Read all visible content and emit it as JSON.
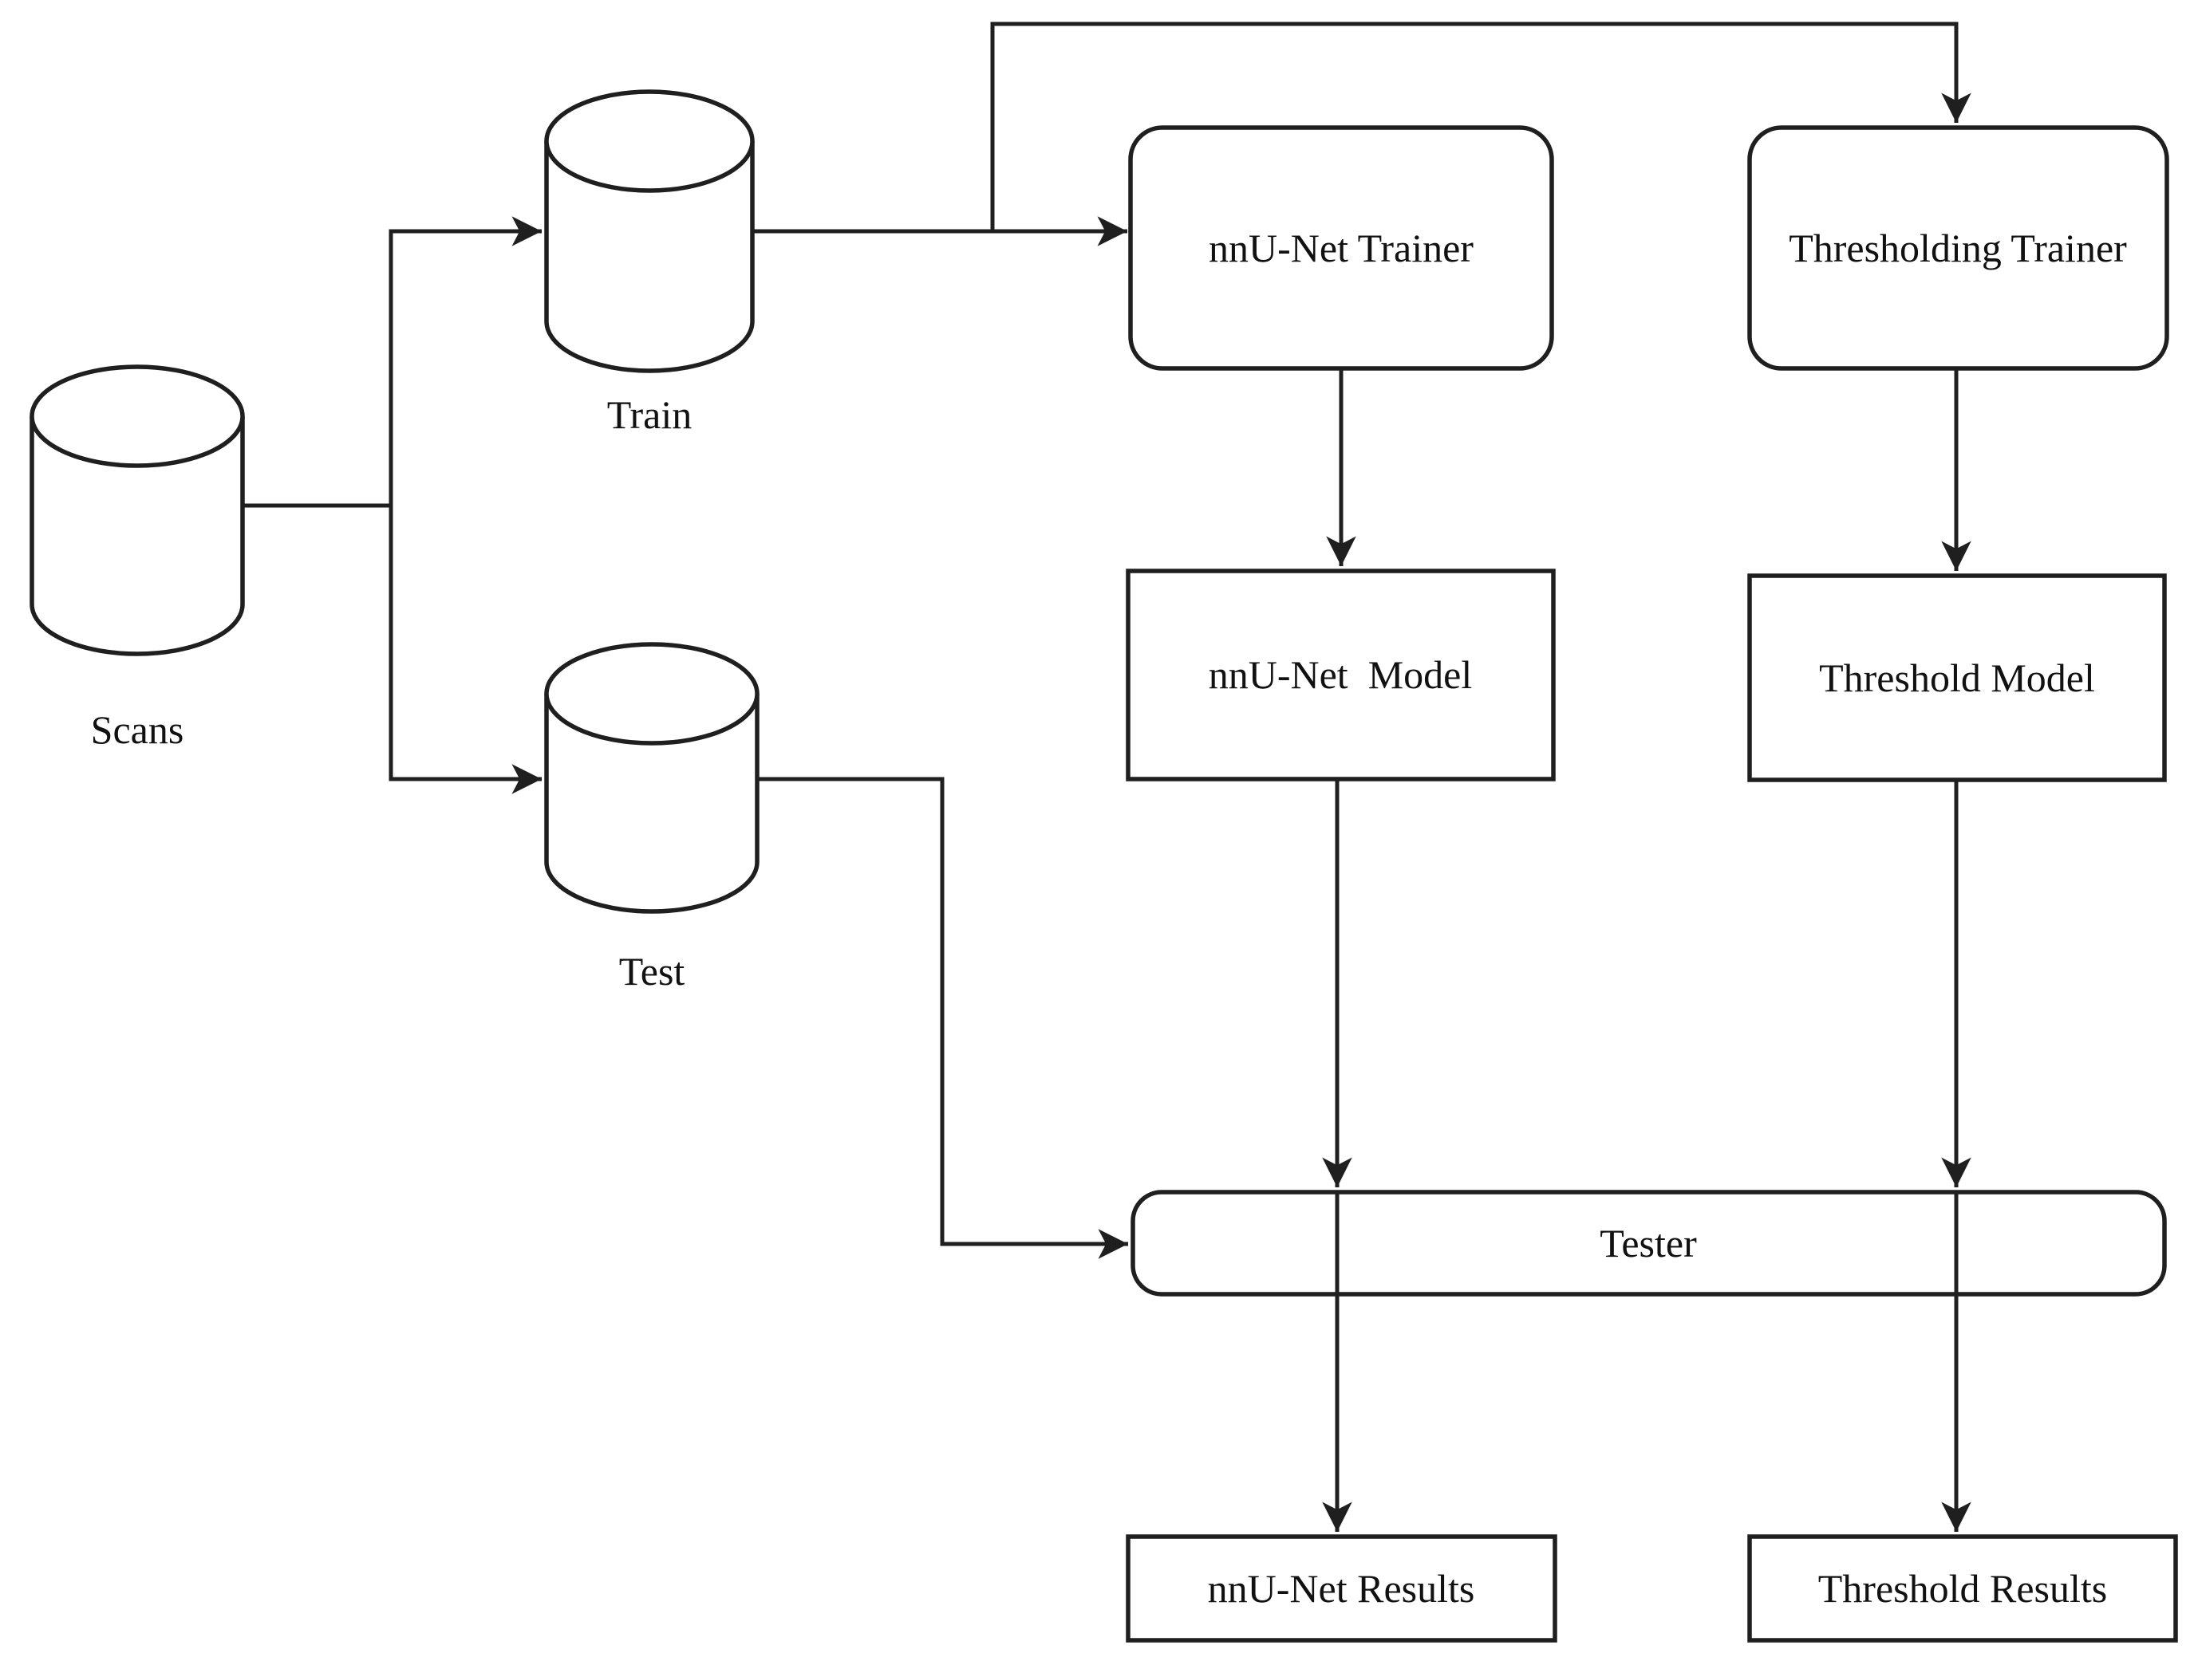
{
  "diagram": {
    "background_color": "#ffffff",
    "line_color": "#1f1f1f",
    "text_color": "#111111",
    "nodes": {
      "scans": {
        "label": "Scans",
        "shape": "cylinder"
      },
      "train": {
        "label": "Train",
        "shape": "cylinder"
      },
      "test": {
        "label": "Test",
        "shape": "cylinder"
      },
      "nnunet_trainer": {
        "label": "nnU-Net Trainer",
        "shape": "rounded-rectangle"
      },
      "thresholding_trainer": {
        "label": "Thresholding Trainer",
        "shape": "rounded-rectangle"
      },
      "nnunet_model": {
        "label": "nnU-Net  Model",
        "shape": "rectangle"
      },
      "threshold_model": {
        "label": "Threshold Model",
        "shape": "rectangle"
      },
      "tester": {
        "label": "Tester",
        "shape": "rounded-rectangle"
      },
      "nnunet_results": {
        "label": "nnU-Net Results",
        "shape": "rectangle"
      },
      "threshold_results": {
        "label": "Threshold Results",
        "shape": "rectangle"
      }
    },
    "edges": [
      {
        "from": "scans",
        "to": "train",
        "arrow": true
      },
      {
        "from": "scans",
        "to": "test",
        "arrow": true
      },
      {
        "from": "train",
        "to": "nnunet_trainer",
        "arrow": true
      },
      {
        "from": "train",
        "to": "thresholding_trainer",
        "arrow": true
      },
      {
        "from": "nnunet_trainer",
        "to": "nnunet_model",
        "arrow": true
      },
      {
        "from": "thresholding_trainer",
        "to": "threshold_model",
        "arrow": true
      },
      {
        "from": "nnunet_model",
        "to": "tester",
        "arrow": true
      },
      {
        "from": "threshold_model",
        "to": "tester",
        "arrow": true
      },
      {
        "from": "test",
        "to": "tester",
        "arrow": true
      },
      {
        "from": "tester",
        "to": "nnunet_results",
        "arrow": true
      },
      {
        "from": "tester",
        "to": "threshold_results",
        "arrow": true
      }
    ]
  }
}
